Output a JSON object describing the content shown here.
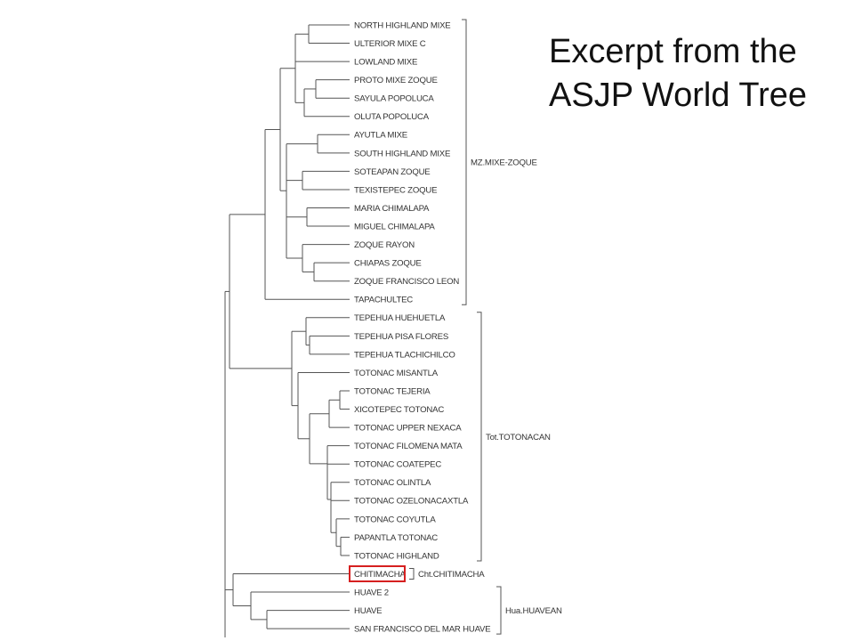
{
  "slide": {
    "title_lines": [
      "Excerpt from the",
      "ASJP World Tree"
    ]
  },
  "tree": {
    "leaves": [
      "NORTH HIGHLAND MIXE",
      "ULTERIOR MIXE C",
      "LOWLAND MIXE",
      "PROTO MIXE ZOQUE",
      "SAYULA POPOLUCA",
      "OLUTA POPOLUCA",
      "AYUTLA MIXE",
      "SOUTH HIGHLAND MIXE",
      "SOTEAPAN ZOQUE",
      "TEXISTEPEC ZOQUE",
      "MARIA CHIMALAPA",
      "MIGUEL CHIMALAPA",
      "ZOQUE RAYON",
      "CHIAPAS ZOQUE",
      "ZOQUE FRANCISCO LEON",
      "TAPACHULTEC",
      "TEPEHUA HUEHUETLA",
      "TEPEHUA PISA FLORES",
      "TEPEHUA TLACHICHILCO",
      "TOTONAC MISANTLA",
      "TOTONAC TEJERIA",
      "XICOTEPEC TOTONAC",
      "TOTONAC UPPER NEXACA",
      "TOTONAC FILOMENA MATA",
      "TOTONAC COATEPEC",
      "TOTONAC OLINTLA",
      "TOTONAC OZELONACAXTLA",
      "TOTONAC COYUTLA",
      "PAPANTLA TOTONAC",
      "TOTONAC HIGHLAND",
      "CHITIMACHA",
      "HUAVE 2",
      "HUAVE",
      "SAN FRANCISCO DEL MAR HUAVE"
    ],
    "groups": [
      {
        "label": "MZ.MIXE-ZOQUE",
        "first": 0,
        "last": 15
      },
      {
        "label": "Tot.TOTONACAN",
        "first": 16,
        "last": 29
      },
      {
        "label": "Cht.CHITIMACHA",
        "first": 30,
        "last": 30
      },
      {
        "label": "Hua.HUAVEAN",
        "first": 31,
        "last": 33
      }
    ],
    "highlighted_leaf": "CHITIMACHA",
    "highlight_color": "#d62020",
    "line_color": "#555555"
  }
}
